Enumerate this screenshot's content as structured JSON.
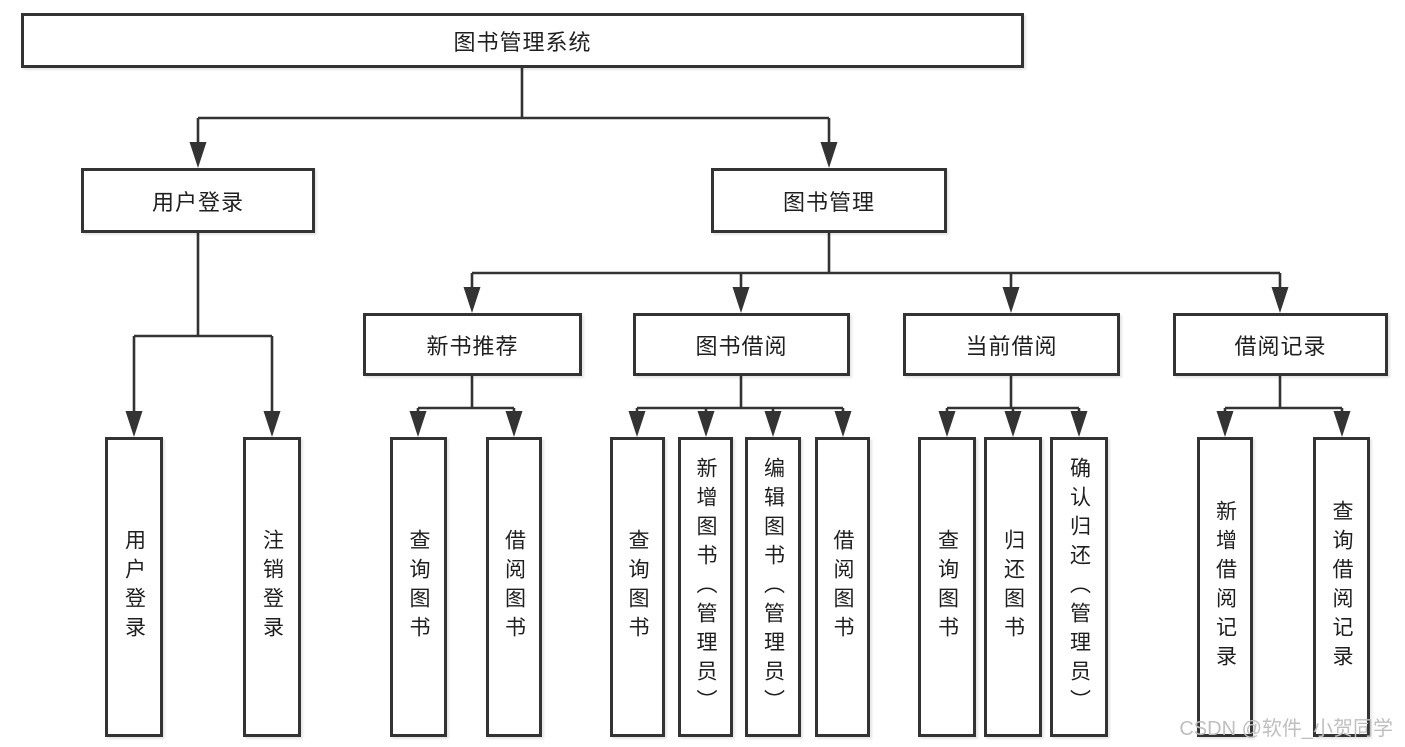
{
  "diagram": {
    "root_label": "图书管理系统",
    "level2": [
      {
        "label": "用户登录"
      },
      {
        "label": "图书管理"
      }
    ],
    "level3": [
      {
        "label": "新书推荐"
      },
      {
        "label": "图书借阅"
      },
      {
        "label": "当前借阅"
      },
      {
        "label": "借阅记录"
      }
    ],
    "leaves": [
      {
        "label": "用户登录"
      },
      {
        "label": "注销登录"
      },
      {
        "label": "查询图书"
      },
      {
        "label": "借阅图书"
      },
      {
        "label": "查询图书"
      },
      {
        "label": "新增图书（管理员）"
      },
      {
        "label": "编辑图书（管理员）"
      },
      {
        "label": "借阅图书"
      },
      {
        "label": "查询图书"
      },
      {
        "label": "归还图书"
      },
      {
        "label": "确认归还（管理员）"
      },
      {
        "label": "新增借阅记录"
      },
      {
        "label": "查询借阅记录"
      }
    ]
  },
  "watermark": "CSDN @软件_小贺同学",
  "colors": {
    "line": "#333333",
    "text": "#1f1f1f",
    "watermark": "#bfbfbf",
    "background": "#ffffff"
  }
}
